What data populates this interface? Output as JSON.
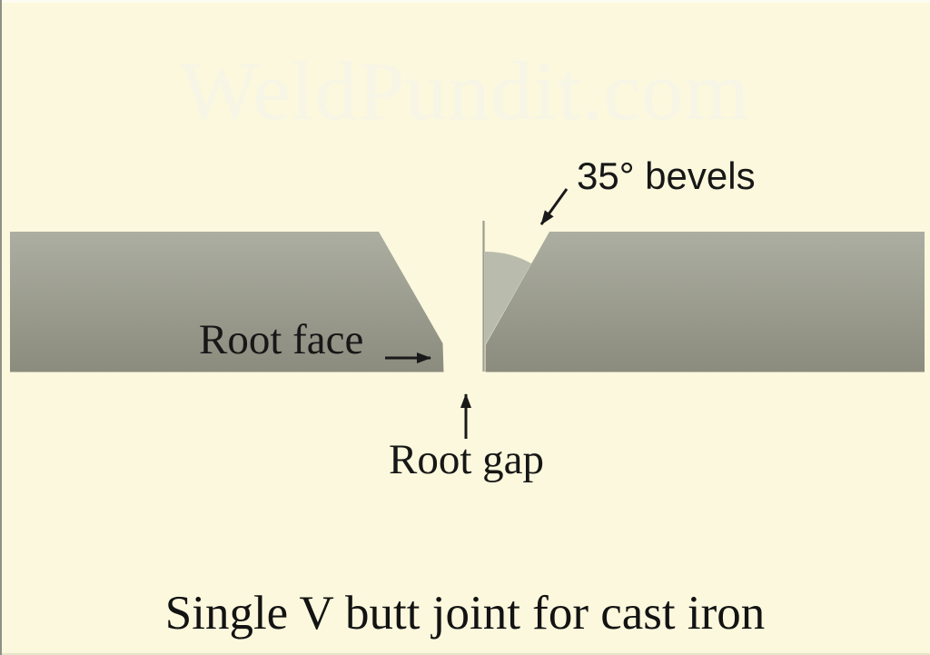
{
  "watermark": {
    "text": "WeldPundit.com"
  },
  "diagram": {
    "bevel_label": "35° bevels",
    "bevel_angle_deg": 35,
    "root_face_label": "Root face",
    "root_gap_label": "Root gap"
  },
  "caption": "Single V butt joint for cast iron",
  "colors": {
    "background": "#FBF8DD",
    "top_edge_highlight": "#FDFCF1",
    "left_edge_border": "#8F9086",
    "bottom_edge_shadow": "#E7E3C6",
    "plate_top": "#ACAEA1",
    "plate_bottom": "#8B8C7E",
    "angle_arc_fill": "#B9BCAD",
    "reference_line": "#9B9D8F",
    "arrow": "#1A1A1A",
    "label_text": "#171717",
    "watermark_text": "#F6F5E6"
  }
}
